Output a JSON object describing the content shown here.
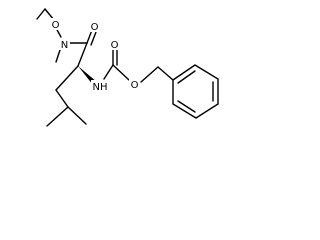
{
  "molecule": {
    "atoms": {
      "o_methoxy": "O",
      "n_amide": "N",
      "o_carbonyl_amide": "O",
      "nh": "NH",
      "o_carbonyl_carbamate": "O",
      "o_ester": "O"
    },
    "line_color": "#000000",
    "background_color": "#ffffff"
  }
}
